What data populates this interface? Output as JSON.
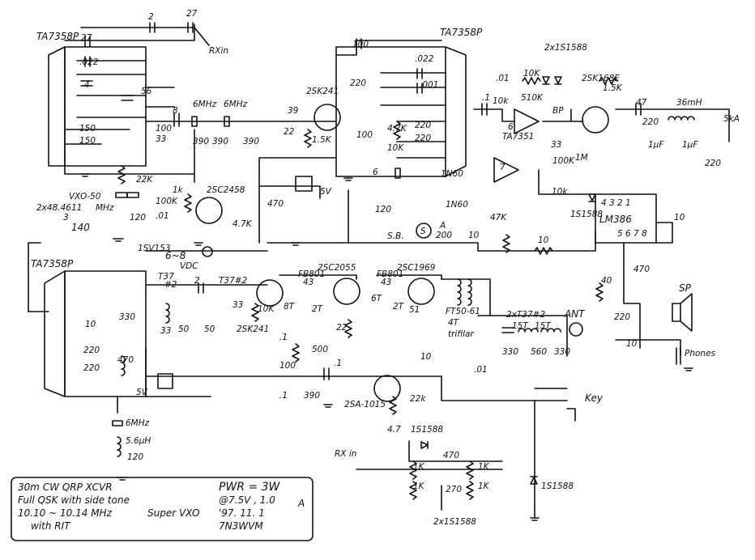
{
  "ic_labels": {
    "ic1": "TA7358P",
    "ic2": "TA7358P",
    "ic3": "TA7358P",
    "amp": "LM386",
    "opamp": "TA7351"
  },
  "transistors": {
    "q_vxo": "2SC2458",
    "q_ifbuf": "2SK241",
    "q_rx_rf": "2SK241",
    "q_drv": "2SC2055",
    "q_pa": "2SC1969",
    "q_key": "2SA-1015",
    "q_mute": "2SK168E"
  },
  "parts": {
    "c_27a": "27",
    "c_2": "2",
    "c_27b": "27",
    "c_022a": ".022",
    "c_4": "4",
    "c_56": "56",
    "c_150a": "150",
    "c_150b": "150",
    "c_100_33": "100",
    "c_33": "33",
    "c_8": "8",
    "x_6mhz1": "6MHz",
    "x_6mhz2": "6MHz",
    "c_390a": "390",
    "c_390b": "390",
    "c_390c": "390",
    "r_22k": "22K",
    "r_1k": "1k",
    "c_100pf_top": "100",
    "c_39": "39",
    "l_22uh": "22",
    "r_15k": "1.5K",
    "c_220a": "220",
    "c_100b": "100",
    "c_022b": ".022",
    "c_001": ".001",
    "r_47k_a": "4.7K",
    "r_10k_a": "10K",
    "c_220b": "220",
    "c_220c": "220",
    "x_6mhz3": "6",
    "reg_lbl": "5V",
    "c_470": "470",
    "vxo_lbl": "VXO-50",
    "xtal_vxo": "2x48.4611",
    "xtal_vxo_unit": "MHz",
    "xtal_div": "3",
    "c_140pf": "140",
    "c_120pf": "120",
    "c_01": ".01",
    "r_100k": "100K",
    "r_47k_b": "4.7K",
    "d_1sv153": "1SV153",
    "vdc_lbl": "6~8",
    "vdc_unit": "VDC",
    "c_120pf_b": "120",
    "r_sb": "S.B.",
    "c_01b": ".01",
    "r_1k_det": "1k",
    "d_1n60a": "1N60",
    "d_1n60b": "1N60",
    "meter": "S",
    "meter_lbl": "A",
    "meter_val": "200",
    "r_10k_b": "10k",
    "r_510k": "510K",
    "d_2x1s1588a": "2x1S1588",
    "r_1k5": "1.5K",
    "c_01c": ".01",
    "r_10k_c": "10K",
    "bp1": "BP",
    "c_33b": "33",
    "c_1b": ".1",
    "c_47u": "47",
    "l_36mh": "36mH",
    "c_220d": "220",
    "vr_5ka": "5kA",
    "c_1u_a": "1μF",
    "c_1u_b": "1μF",
    "c_220e": "220",
    "r_100k_b": "100K",
    "r_1m": "1M",
    "r_10k_d": "10k",
    "d_1s1588a": "1S1588",
    "r_47k_c": "47K",
    "c_10a": "10",
    "r_10": "10",
    "lm386_pins_top": "4 3 2 1",
    "lm386_pins_bot": "5 6 7 8",
    "c_10b": "10",
    "c_470b": "470",
    "c_40": "40",
    "c_220f": "220",
    "sp": "SP",
    "phones": "Phones",
    "r_10b": "10",
    "t37_a": "T37",
    "t37_a2": "#2",
    "c_2b": "2",
    "t37_b": "T37#2",
    "c_330a": "330",
    "c_33c": "33",
    "c_50a": "50",
    "c_50b": "50",
    "c_33d": "33",
    "r_10k_e": "10K",
    "c_10c": "10",
    "c_220g": "220",
    "c_220h": "220",
    "l_470uh": "470",
    "reg2": "5V",
    "fb801a": "FB801",
    "fb801a_43": "43",
    "fb801b": "FB801",
    "fb801b_43": "43",
    "turns_8t": "8T",
    "turns_2t": "2T",
    "turns_6t": "6T",
    "turns_2tb": "2T",
    "r_22": "22",
    "r_51": "51",
    "ft50": "FT50-61",
    "ft50_turns": "4T",
    "ft50_type": "trifilar",
    "r_100": "100",
    "r_500": "500",
    "c_1c": ".1",
    "r_390": "390",
    "c_1d": ".1",
    "c_01d": ".01",
    "c_1e": ".1",
    "c_10d": "10",
    "t37_lpf": "2xT37#2",
    "l_15t_a": "15T",
    "l_15t_b": "15T",
    "c_330b": "330",
    "c_560": "560",
    "c_330c": "330",
    "ant": "ANT",
    "r_22k_b": "22k",
    "r_47k_d": "4.7",
    "d_1s1588b": "1S1588",
    "key": "Key",
    "x_6mhz_b": "6MHz",
    "l_56uh": "5.6μH",
    "c_120b": "120",
    "rx_in_top": "RXin",
    "rx_in_bot": "RX in",
    "r_1k_a": "1K",
    "r_1k_b": "1K",
    "r_1k_c": "1K",
    "r_1k_d": "1K",
    "r_470": "470",
    "r_270": "270",
    "d_1s1588c": "1S1588",
    "d_2x1s1588b": "2x1S1588",
    "pin6": "6",
    "pin7": "7"
  },
  "title_block": {
    "line1": "30m  CW  QRP  XCVR",
    "line2": "Full QSK with side tone",
    "line3": "10.10 ~ 10.14 MHz",
    "line3b": "Super VXO",
    "line4": "with RIT",
    "pwr": "PWR = 3W",
    "supply": "@7.5V ,  1.0",
    "supply_unit": "A",
    "date": "'97. 11. 1",
    "call": "7N3WVM"
  },
  "colors": {
    "ink": "#111111",
    "paper": "#ffffff"
  }
}
